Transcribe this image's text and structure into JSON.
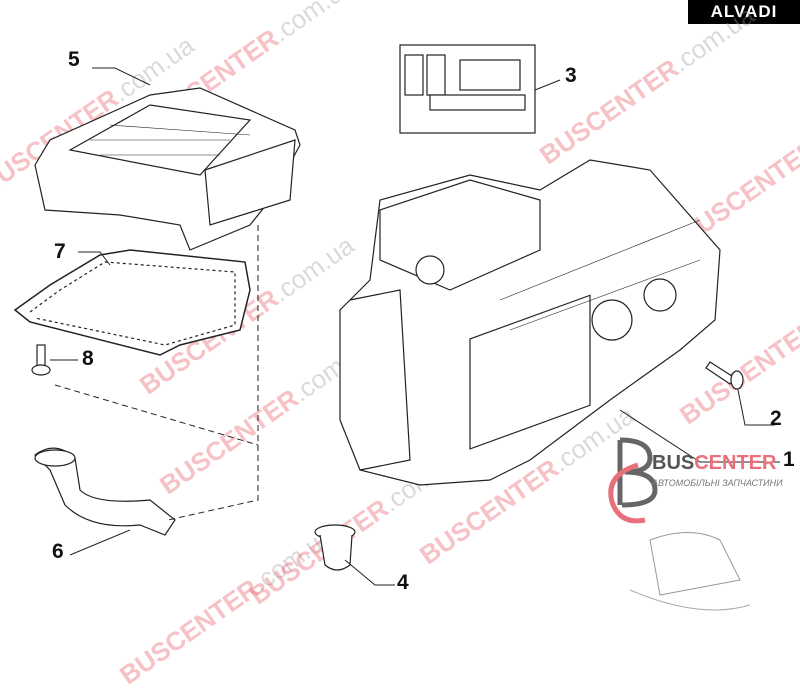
{
  "brand_badge": "ALVADI",
  "watermark": {
    "brand": "BUSCENTER",
    "domain": ".com.ua"
  },
  "logo": {
    "brand_part1": "BUS",
    "brand_part2": "CENTER",
    "subtitle": "АВТОМОБІЛЬНІ ЗАПЧАСТИНИ"
  },
  "callouts": [
    "1",
    "2",
    "3",
    "4",
    "5",
    "6",
    "7",
    "8"
  ],
  "colors": {
    "accent": "#e8707a",
    "badge_bg": "#000000",
    "line": "#222222"
  }
}
